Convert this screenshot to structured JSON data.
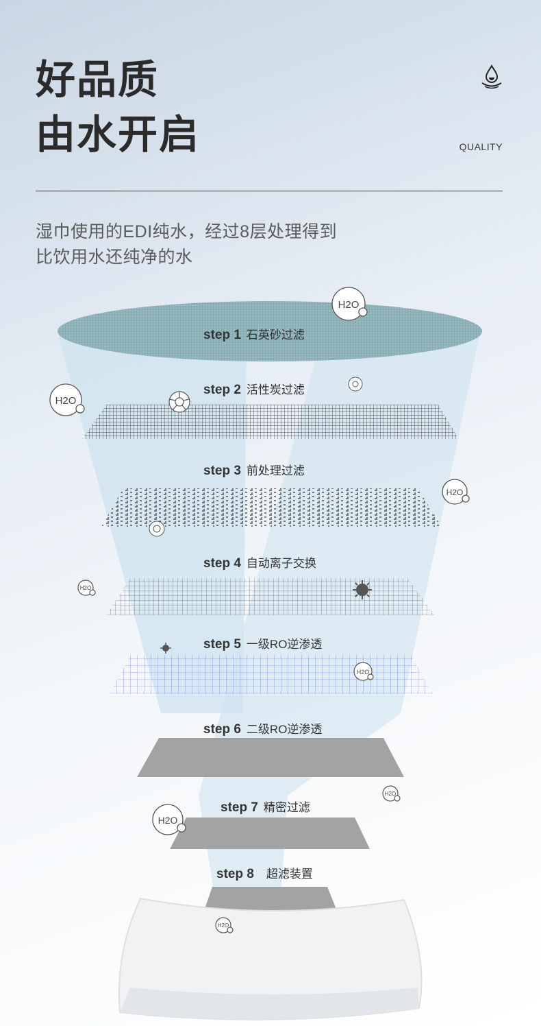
{
  "header": {
    "title_line1": "好品质",
    "title_line2": "由水开启",
    "quality_label": "QUALITY",
    "icon": "water-drop-icon"
  },
  "description": {
    "line1": "湿巾使用的EDI纯水，经过8层处理得到",
    "line2": "比饮用水还纯净的水"
  },
  "steps": [
    {
      "label": "step 1",
      "name": "石英砂过滤"
    },
    {
      "label": "step 2",
      "name": "活性炭过滤"
    },
    {
      "label": "step 3",
      "name": "前处理过滤"
    },
    {
      "label": "step 4",
      "name": "自动离子交换"
    },
    {
      "label": "step 5",
      "name": "一级RO逆渗透"
    },
    {
      "label": "step 6",
      "name": "二级RO逆渗透"
    },
    {
      "label": "step 7",
      "name": "精密过滤"
    },
    {
      "label": "step 8",
      "name": "超滤装置"
    }
  ],
  "molecule_label": "H2O",
  "colors": {
    "sand_filter": "#8fb1b8",
    "beam": "#cfe3ef",
    "grey_layer": "#a3a3a3"
  }
}
